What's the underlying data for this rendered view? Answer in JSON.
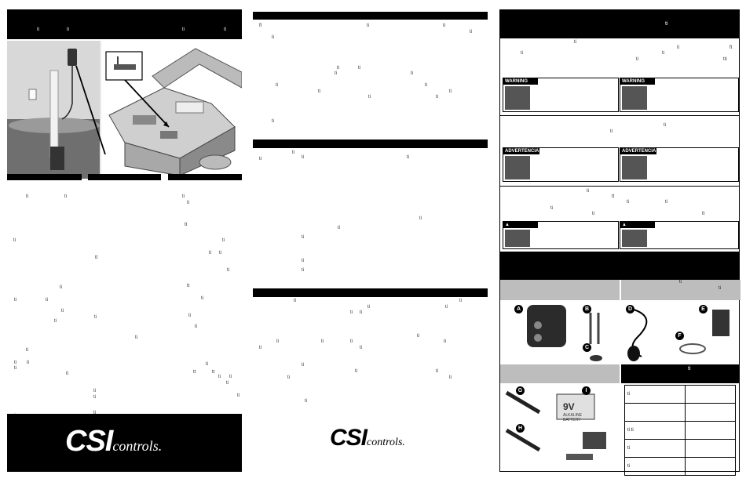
{
  "panel1": {
    "ticks_title": [
      "ti",
      "ti",
      "ti",
      "ti"
    ],
    "body_ticks_left": [
      "ti",
      "ti",
      "ti",
      "tt",
      "ti",
      "ti",
      "ti",
      "ti",
      "ti",
      "ti",
      "ti",
      "ti",
      "ti",
      "ti",
      "ti",
      "ti",
      "ti",
      "ti",
      "ti",
      "ti"
    ],
    "body_ticks_right": [
      "ti",
      "ti",
      "tt",
      "ti",
      "ti",
      "ti",
      "ti",
      "tt",
      "ti",
      "ti",
      "ti",
      "ti",
      "tt",
      "tt",
      "ti",
      "ti",
      "ti",
      "ti"
    ],
    "logo": {
      "brand": "CSI",
      "suffix": "controls."
    }
  },
  "panel2": {
    "sec1_ticks": [
      "ft",
      "ti",
      "ti",
      "ti",
      "ti",
      "ti",
      "ti",
      "ti",
      "ti",
      "ti",
      "ti",
      "ti",
      "ti",
      "ti",
      "ti",
      "ti"
    ],
    "sec2_ticks": [
      "ti",
      "ti",
      "ti",
      "ti",
      "ti",
      "ti",
      "ti",
      "ti",
      "ti"
    ],
    "sec3_ticks": [
      "ti",
      "ti",
      "ti",
      "ti",
      "ti",
      "ti",
      "ti",
      "ti",
      "ti",
      "ti",
      "ti",
      "ti",
      "ti",
      "ti",
      "ti",
      "ti",
      "ti",
      "ti",
      "ti"
    ],
    "logo": {
      "brand": "CSI",
      "suffix": "controls."
    }
  },
  "panel3": {
    "header_tick": "ti",
    "sec1_ticks": [
      "ti",
      "ti",
      "ti",
      "ft",
      "ti",
      "ti",
      "tti"
    ],
    "warning_label": "WARNING",
    "sec2_ticks": [
      "ti",
      "ti"
    ],
    "advertencia_label": "ADVERTENCIA",
    "sec3_ticks": [
      "ti",
      "tt",
      "ti",
      "ti",
      "ti",
      "ti",
      "tt"
    ],
    "parts_ticks": [
      "ti",
      "ti"
    ],
    "parts_badges": [
      "A",
      "B",
      "C",
      "D",
      "E",
      "F"
    ],
    "tools_badges": [
      "G",
      "H",
      "I"
    ],
    "tools_tick": "ti",
    "battery": {
      "voltage": "9V",
      "line1": "ALKALINE",
      "line2": "BATTERY"
    },
    "table_ticks": [
      "ti",
      "ti",
      "ti",
      "ti",
      "ti"
    ]
  }
}
